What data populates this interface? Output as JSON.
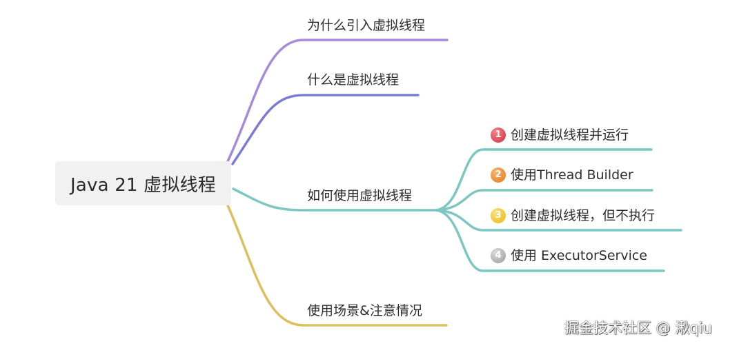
{
  "root": {
    "label": "Java 21 虚拟线程"
  },
  "branches": [
    {
      "label": "为什么引入虚拟线程",
      "color": "#a78ad8"
    },
    {
      "label": "什么是虚拟线程",
      "color": "#7a7cd3"
    },
    {
      "label": "如何使用虚拟线程",
      "color": "#7cc6c4"
    },
    {
      "label": "使用场景&注意情况",
      "color": "#dcbf5e"
    }
  ],
  "sub_branches": [
    {
      "badge": "1",
      "label": "创建虚拟线程并运行"
    },
    {
      "badge": "2",
      "label": "使用Thread Builder"
    },
    {
      "badge": "3",
      "label": "创建虚拟线程，但不执行"
    },
    {
      "badge": "4",
      "label": "使用 ExecutorService"
    }
  ],
  "watermark": "掘金技术社区 @ 湫qiu"
}
